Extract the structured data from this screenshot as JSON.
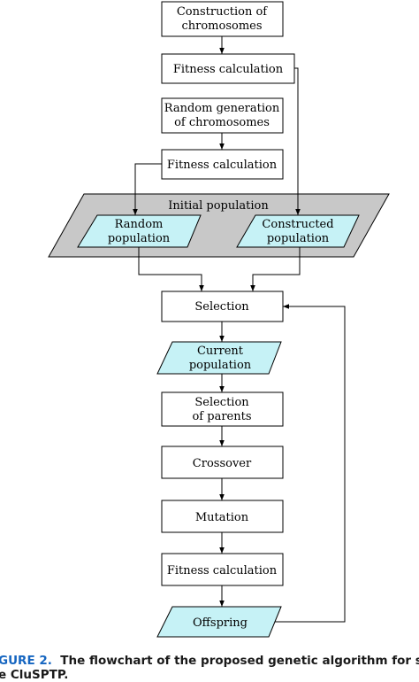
{
  "colors": {
    "box_fill": "#ffffff",
    "parallelogram_fill": "#c6f2f6",
    "initial_population_fill": "#c8c8c8",
    "caption_label": "#1565c0"
  },
  "nodes": {
    "construction": {
      "line1": "Construction of",
      "line2": "chromosomes"
    },
    "fitness_top": {
      "label": "Fitness calculation"
    },
    "random_generation": {
      "line1": "Random generation",
      "line2": "of chromosomes"
    },
    "fitness_second": {
      "label": "Fitness calculation"
    },
    "initial_population": {
      "label": "Initial population"
    },
    "random_population": {
      "line1": "Random",
      "line2": "population"
    },
    "constructed_population": {
      "line1": "Constructed",
      "line2": "population"
    },
    "selection": {
      "label": "Selection"
    },
    "current_population": {
      "line1": "Current",
      "line2": "population"
    },
    "selection_parents": {
      "line1": "Selection",
      "line2": "of parents"
    },
    "crossover": {
      "label": "Crossover"
    },
    "mutation": {
      "label": "Mutation"
    },
    "fitness_bottom": {
      "label": "Fitness calculation"
    },
    "offspring": {
      "label": "Offspring"
    }
  },
  "caption": {
    "label": "GURE 2.",
    "line1": "The flowchart of the proposed genetic algorithm for solvin",
    "line2": "e CluSPTP."
  }
}
